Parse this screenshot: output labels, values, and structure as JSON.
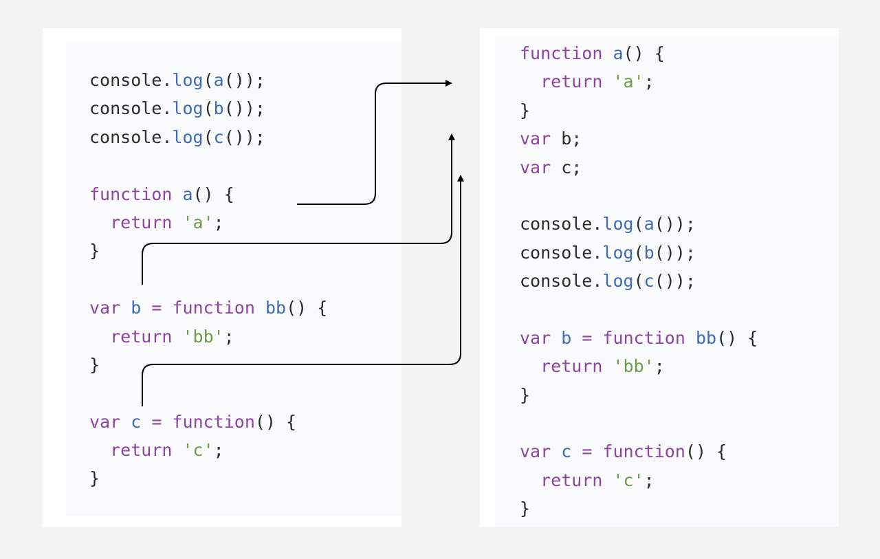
{
  "colors": {
    "background": "#f4f4f4",
    "panel": "#f9fafc",
    "keyword": "#8e44a0",
    "identifier": "#3e6bb5",
    "string": "#6d9e45",
    "plain": "#2b2b2b",
    "arrow": "#000000"
  },
  "left_code": [
    [
      {
        "t": "console.",
        "k": "pl"
      },
      {
        "t": "log",
        "k": "fn"
      },
      {
        "t": "(",
        "k": "pl"
      },
      {
        "t": "a",
        "k": "fn"
      },
      {
        "t": "());",
        "k": "pl"
      }
    ],
    [
      {
        "t": "console.",
        "k": "pl"
      },
      {
        "t": "log",
        "k": "fn"
      },
      {
        "t": "(",
        "k": "pl"
      },
      {
        "t": "b",
        "k": "fn"
      },
      {
        "t": "());",
        "k": "pl"
      }
    ],
    [
      {
        "t": "console.",
        "k": "pl"
      },
      {
        "t": "log",
        "k": "fn"
      },
      {
        "t": "(",
        "k": "pl"
      },
      {
        "t": "c",
        "k": "fn"
      },
      {
        "t": "());",
        "k": "pl"
      }
    ],
    [],
    [
      {
        "t": "function",
        "k": "kw"
      },
      {
        "t": " ",
        "k": "pl"
      },
      {
        "t": "a",
        "k": "fn"
      },
      {
        "t": "() {",
        "k": "pl"
      }
    ],
    [
      {
        "t": "  ",
        "k": "pl"
      },
      {
        "t": "return",
        "k": "kw"
      },
      {
        "t": " ",
        "k": "pl"
      },
      {
        "t": "'a'",
        "k": "str"
      },
      {
        "t": ";",
        "k": "pl"
      }
    ],
    [
      {
        "t": "}",
        "k": "pl"
      }
    ],
    [],
    [
      {
        "t": "var",
        "k": "kw"
      },
      {
        "t": " ",
        "k": "pl"
      },
      {
        "t": "b",
        "k": "fn"
      },
      {
        "t": " ",
        "k": "pl"
      },
      {
        "t": "=",
        "k": "kw"
      },
      {
        "t": " ",
        "k": "pl"
      },
      {
        "t": "function",
        "k": "kw"
      },
      {
        "t": " ",
        "k": "pl"
      },
      {
        "t": "bb",
        "k": "fn"
      },
      {
        "t": "() {",
        "k": "pl"
      }
    ],
    [
      {
        "t": "  ",
        "k": "pl"
      },
      {
        "t": "return",
        "k": "kw"
      },
      {
        "t": " ",
        "k": "pl"
      },
      {
        "t": "'bb'",
        "k": "str"
      },
      {
        "t": ";",
        "k": "pl"
      }
    ],
    [
      {
        "t": "}",
        "k": "pl"
      }
    ],
    [],
    [
      {
        "t": "var",
        "k": "kw"
      },
      {
        "t": " ",
        "k": "pl"
      },
      {
        "t": "c",
        "k": "fn"
      },
      {
        "t": " ",
        "k": "pl"
      },
      {
        "t": "=",
        "k": "kw"
      },
      {
        "t": " ",
        "k": "pl"
      },
      {
        "t": "function",
        "k": "kw"
      },
      {
        "t": "() {",
        "k": "pl"
      }
    ],
    [
      {
        "t": "  ",
        "k": "pl"
      },
      {
        "t": "return",
        "k": "kw"
      },
      {
        "t": " ",
        "k": "pl"
      },
      {
        "t": "'c'",
        "k": "str"
      },
      {
        "t": ";",
        "k": "pl"
      }
    ],
    [
      {
        "t": "}",
        "k": "pl"
      }
    ]
  ],
  "right_code": [
    [
      {
        "t": "function",
        "k": "kw"
      },
      {
        "t": " ",
        "k": "pl"
      },
      {
        "t": "a",
        "k": "fn"
      },
      {
        "t": "() {",
        "k": "pl"
      }
    ],
    [
      {
        "t": "  ",
        "k": "pl"
      },
      {
        "t": "return",
        "k": "kw"
      },
      {
        "t": " ",
        "k": "pl"
      },
      {
        "t": "'a'",
        "k": "str"
      },
      {
        "t": ";",
        "k": "pl"
      }
    ],
    [
      {
        "t": "}",
        "k": "pl"
      }
    ],
    [
      {
        "t": "var",
        "k": "kw"
      },
      {
        "t": " b;",
        "k": "pl"
      }
    ],
    [
      {
        "t": "var",
        "k": "kw"
      },
      {
        "t": " c;",
        "k": "pl"
      }
    ],
    [],
    [
      {
        "t": "console.",
        "k": "pl"
      },
      {
        "t": "log",
        "k": "fn"
      },
      {
        "t": "(",
        "k": "pl"
      },
      {
        "t": "a",
        "k": "fn"
      },
      {
        "t": "());",
        "k": "pl"
      }
    ],
    [
      {
        "t": "console.",
        "k": "pl"
      },
      {
        "t": "log",
        "k": "fn"
      },
      {
        "t": "(",
        "k": "pl"
      },
      {
        "t": "b",
        "k": "fn"
      },
      {
        "t": "());",
        "k": "pl"
      }
    ],
    [
      {
        "t": "console.",
        "k": "pl"
      },
      {
        "t": "log",
        "k": "fn"
      },
      {
        "t": "(",
        "k": "pl"
      },
      {
        "t": "c",
        "k": "fn"
      },
      {
        "t": "());",
        "k": "pl"
      }
    ],
    [],
    [
      {
        "t": "var",
        "k": "kw"
      },
      {
        "t": " ",
        "k": "pl"
      },
      {
        "t": "b",
        "k": "fn"
      },
      {
        "t": " ",
        "k": "pl"
      },
      {
        "t": "=",
        "k": "kw"
      },
      {
        "t": " ",
        "k": "pl"
      },
      {
        "t": "function",
        "k": "kw"
      },
      {
        "t": " ",
        "k": "pl"
      },
      {
        "t": "bb",
        "k": "fn"
      },
      {
        "t": "() {",
        "k": "pl"
      }
    ],
    [
      {
        "t": "  ",
        "k": "pl"
      },
      {
        "t": "return",
        "k": "kw"
      },
      {
        "t": " ",
        "k": "pl"
      },
      {
        "t": "'bb'",
        "k": "str"
      },
      {
        "t": ";",
        "k": "pl"
      }
    ],
    [
      {
        "t": "}",
        "k": "pl"
      }
    ],
    [],
    [
      {
        "t": "var",
        "k": "kw"
      },
      {
        "t": " ",
        "k": "pl"
      },
      {
        "t": "c",
        "k": "fn"
      },
      {
        "t": " ",
        "k": "pl"
      },
      {
        "t": "=",
        "k": "kw"
      },
      {
        "t": " ",
        "k": "pl"
      },
      {
        "t": "function",
        "k": "kw"
      },
      {
        "t": "() {",
        "k": "pl"
      }
    ],
    [
      {
        "t": "  ",
        "k": "pl"
      },
      {
        "t": "return",
        "k": "kw"
      },
      {
        "t": " ",
        "k": "pl"
      },
      {
        "t": "'c'",
        "k": "str"
      },
      {
        "t": ";",
        "k": "pl"
      }
    ],
    [
      {
        "t": "}",
        "k": "pl"
      }
    ]
  ],
  "arrows": [
    {
      "name": "arrow-function-a"
    },
    {
      "name": "arrow-var-b"
    },
    {
      "name": "arrow-var-c"
    }
  ]
}
